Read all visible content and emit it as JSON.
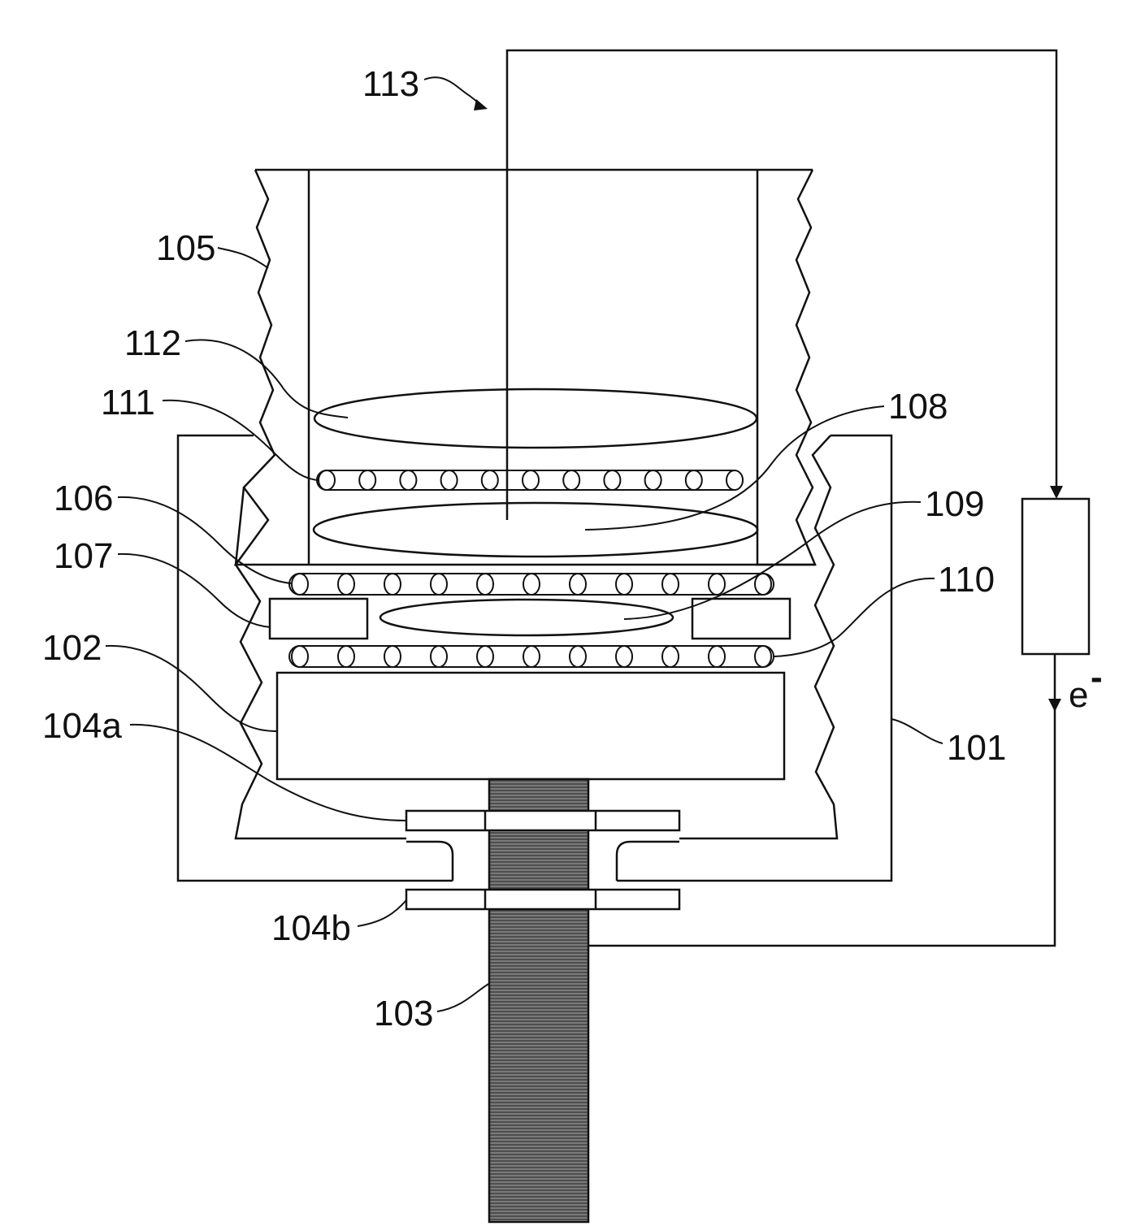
{
  "labels": {
    "l101": "101",
    "l102": "102",
    "l103": "103",
    "l104a": "104a",
    "l104b": "104b",
    "l105": "105",
    "l106": "106",
    "l107": "107",
    "l108": "108",
    "l109": "109",
    "l110": "110",
    "l111": "111",
    "l112": "112",
    "l113": "113"
  },
  "electron": {
    "symbol": "e",
    "sup": "-"
  },
  "colors": {
    "line": "#111111",
    "background": "#ffffff"
  }
}
